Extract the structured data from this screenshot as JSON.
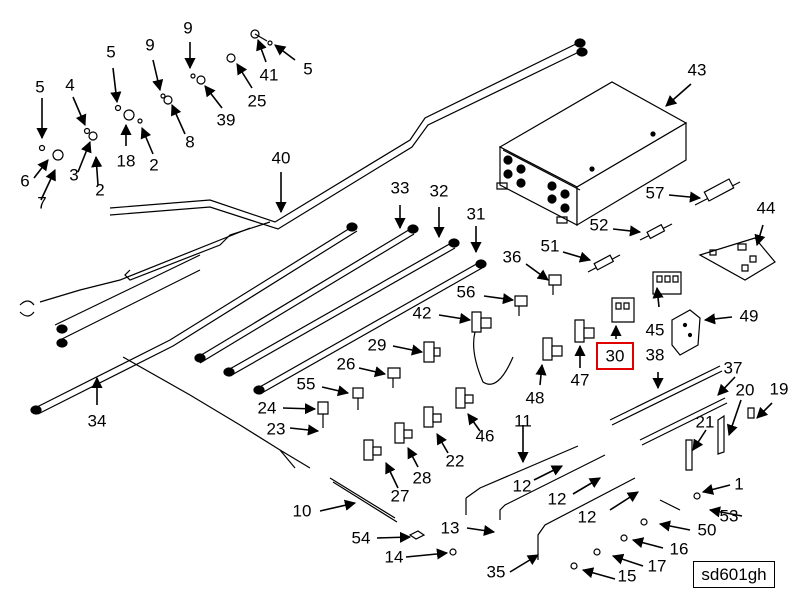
{
  "diagram": {
    "id_label": "sd601gh",
    "highlighted_part": "30",
    "highlight_color": "#e00000",
    "callouts": [
      {
        "key": "c5a",
        "text": "5"
      },
      {
        "key": "c6",
        "text": "6"
      },
      {
        "key": "c7",
        "text": "7"
      },
      {
        "key": "c4",
        "text": "4"
      },
      {
        "key": "c3",
        "text": "3"
      },
      {
        "key": "c2a",
        "text": "2"
      },
      {
        "key": "c5b",
        "text": "5"
      },
      {
        "key": "c18",
        "text": "18"
      },
      {
        "key": "c2b",
        "text": "2"
      },
      {
        "key": "c9a",
        "text": "9"
      },
      {
        "key": "c8",
        "text": "8"
      },
      {
        "key": "c9b",
        "text": "9"
      },
      {
        "key": "c39",
        "text": "39"
      },
      {
        "key": "c25",
        "text": "25"
      },
      {
        "key": "c41",
        "text": "41"
      },
      {
        "key": "c5c",
        "text": "5"
      },
      {
        "key": "c40",
        "text": "40"
      },
      {
        "key": "c43",
        "text": "43"
      },
      {
        "key": "c57",
        "text": "57"
      },
      {
        "key": "c44",
        "text": "44"
      },
      {
        "key": "c52",
        "text": "52"
      },
      {
        "key": "c33",
        "text": "33"
      },
      {
        "key": "c32",
        "text": "32"
      },
      {
        "key": "c31",
        "text": "31"
      },
      {
        "key": "c51",
        "text": "51"
      },
      {
        "key": "c36",
        "text": "36"
      },
      {
        "key": "c56",
        "text": "56"
      },
      {
        "key": "c42",
        "text": "42"
      },
      {
        "key": "c45",
        "text": "45"
      },
      {
        "key": "c49",
        "text": "49"
      },
      {
        "key": "c29",
        "text": "29"
      },
      {
        "key": "c48",
        "text": "48"
      },
      {
        "key": "c47",
        "text": "47"
      },
      {
        "key": "c30",
        "text": "30"
      },
      {
        "key": "c38",
        "text": "38"
      },
      {
        "key": "c37",
        "text": "37"
      },
      {
        "key": "c26",
        "text": "26"
      },
      {
        "key": "c55",
        "text": "55"
      },
      {
        "key": "c34",
        "text": "34"
      },
      {
        "key": "c24",
        "text": "24"
      },
      {
        "key": "c23",
        "text": "23"
      },
      {
        "key": "c46",
        "text": "46"
      },
      {
        "key": "c22",
        "text": "22"
      },
      {
        "key": "c28",
        "text": "28"
      },
      {
        "key": "c27",
        "text": "27"
      },
      {
        "key": "c20",
        "text": "20"
      },
      {
        "key": "c19",
        "text": "19"
      },
      {
        "key": "c21",
        "text": "21"
      },
      {
        "key": "c11",
        "text": "11"
      },
      {
        "key": "c12a",
        "text": "12"
      },
      {
        "key": "c12b",
        "text": "12"
      },
      {
        "key": "c12c",
        "text": "12"
      },
      {
        "key": "c1",
        "text": "1"
      },
      {
        "key": "c53",
        "text": "53"
      },
      {
        "key": "c50",
        "text": "50"
      },
      {
        "key": "c16",
        "text": "16"
      },
      {
        "key": "c17",
        "text": "17"
      },
      {
        "key": "c15",
        "text": "15"
      },
      {
        "key": "c10",
        "text": "10"
      },
      {
        "key": "c54",
        "text": "54"
      },
      {
        "key": "c13",
        "text": "13"
      },
      {
        "key": "c14",
        "text": "14"
      },
      {
        "key": "c35",
        "text": "35"
      }
    ]
  }
}
